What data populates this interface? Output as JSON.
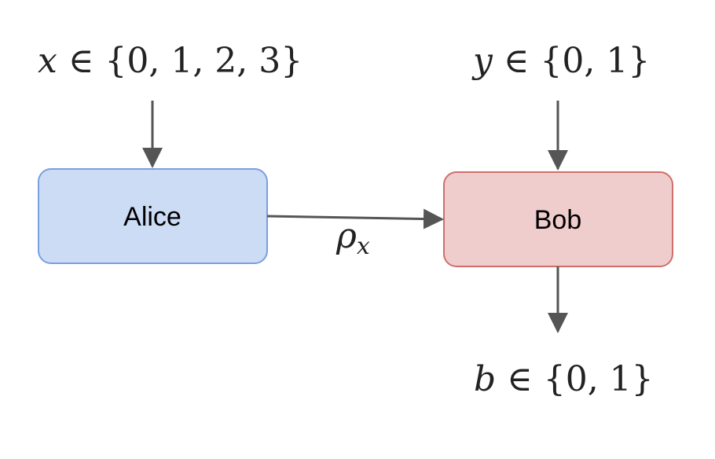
{
  "diagram": {
    "alice": {
      "label": "Alice",
      "fill": "#cddcf5",
      "stroke": "#7a9fde"
    },
    "bob": {
      "label": "Bob",
      "fill": "#efcdcc",
      "stroke": "#cf6f6c"
    },
    "alice_input": {
      "variable": "x",
      "set": " ∈ {0, 1, 2, 3}"
    },
    "bob_input": {
      "variable": "y",
      "set": " ∈ {0, 1}"
    },
    "bob_output": {
      "variable": "b",
      "set": " ∈ {0, 1}"
    },
    "message": {
      "symbol": "ρ",
      "subscript": "x"
    },
    "arrow_color": "#555555"
  }
}
